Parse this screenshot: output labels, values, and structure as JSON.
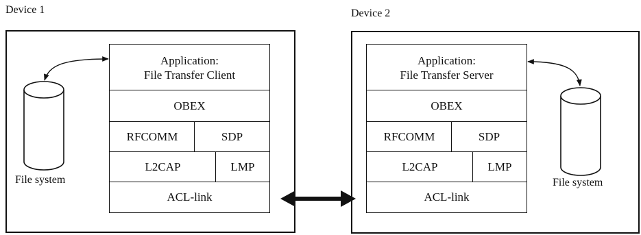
{
  "device1": {
    "title": "Device 1",
    "app_line1": "Application:",
    "app_line2": "File Transfer Client",
    "obex": "OBEX",
    "rfcomm": "RFCOMM",
    "sdp": "SDP",
    "l2cap": "L2CAP",
    "lmp": "LMP",
    "acl": "ACL-link",
    "filesystem": "File system"
  },
  "device2": {
    "title": "Device 2",
    "app_line1": "Application:",
    "app_line2": "File Transfer Server",
    "obex": "OBEX",
    "rfcomm": "RFCOMM",
    "sdp": "SDP",
    "l2cap": "L2CAP",
    "lmp": "LMP",
    "acl": "ACL-link",
    "filesystem": "File system"
  }
}
